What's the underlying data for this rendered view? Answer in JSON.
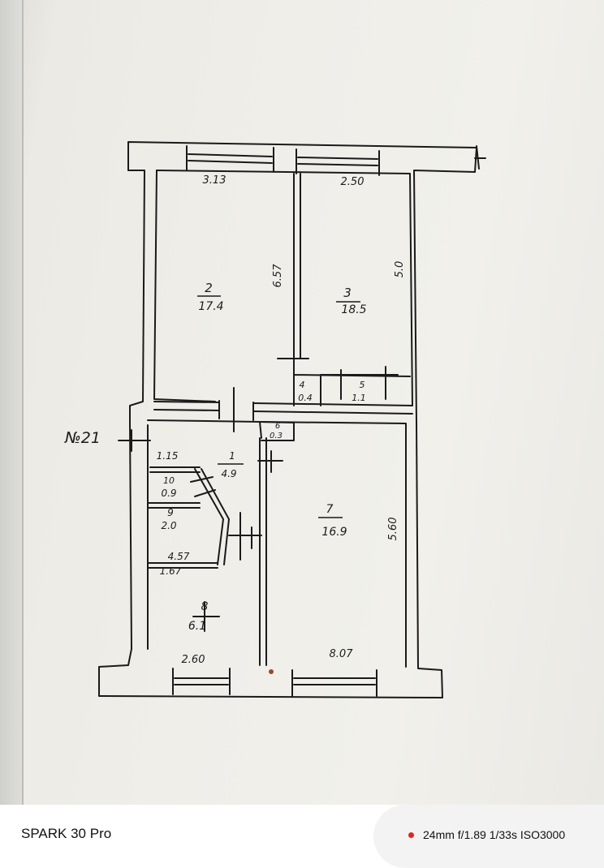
{
  "plan": {
    "apartment_number": "№21",
    "rooms": [
      {
        "id": "room-2",
        "number": "2",
        "area": "17.4"
      },
      {
        "id": "room-3",
        "number": "3",
        "area": "18.5"
      },
      {
        "id": "room-4",
        "number": "4",
        "area": "0.4"
      },
      {
        "id": "room-5",
        "number": "5",
        "area": "1.1"
      },
      {
        "id": "room-6",
        "number": "6",
        "area": "0.3"
      },
      {
        "id": "room-1",
        "number": "1",
        "area": "4.9"
      },
      {
        "id": "room-10",
        "number": "10",
        "area": "0.9"
      },
      {
        "id": "room-9",
        "number": "9",
        "area": "2.0"
      },
      {
        "id": "room-7",
        "number": "7",
        "area": "16.9"
      },
      {
        "id": "room-8",
        "number": "8",
        "area": "6.1"
      }
    ],
    "dimensions": {
      "top_left_width": "3.13",
      "top_right_width": "2.50",
      "partition_length": "6.57",
      "right_wall_upper": "5.0",
      "right_wall_lower": "5.60",
      "corridor_width": "1.15",
      "small_room_a": "4.57",
      "small_room_b": "1.67",
      "bottom_left_width": "2.60",
      "bottom_right_width": "8.07"
    }
  },
  "footer": {
    "device_name": "SPARK 30 Pro",
    "camera_settings": "24mm f/1.89 1/33s ISO3000"
  }
}
